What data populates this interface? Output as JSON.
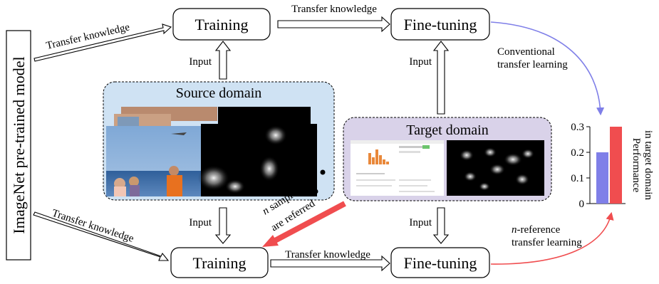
{
  "left_label": "ImageNet pre-trained model",
  "top": {
    "training": "Training",
    "finetuning": "Fine-tuning",
    "transfer_from_imagenet": "Transfer knowledge",
    "transfer_between": "Transfer knowledge",
    "input_left": "Input",
    "input_right": "Input"
  },
  "bottom": {
    "training": "Training",
    "finetuning": "Fine-tuning",
    "transfer_from_imagenet": "Transfer knowledge",
    "transfer_between": "Transfer knowledge",
    "input_left": "Input",
    "input_right": "Input"
  },
  "source_domain": {
    "title": "Source domain"
  },
  "target_domain": {
    "title": "Target domain"
  },
  "n_samples": {
    "var": "n",
    "line1": " samples",
    "line2": "are referred"
  },
  "conventional": {
    "line1": "Conventional",
    "line2": "transfer learning"
  },
  "nref": {
    "var": "n",
    "line1": "-reference",
    "line2": "transfer learning"
  },
  "colors": {
    "conventional": "#7f7fe8",
    "nref": "#f04d4f",
    "source_bg": "#cfe2f3",
    "target_bg": "#d9d2e9"
  },
  "icons": [
    "hollow-arrow",
    "curved-arrow",
    "diagonal-arrow"
  ],
  "chart_data": {
    "type": "bar",
    "ylabel": "Performance in target domain",
    "ylabel_lines": [
      "Performance",
      "in target domain"
    ],
    "yticks": [
      "0.3",
      "0.2",
      "0.1",
      "0"
    ],
    "ylim": [
      0,
      0.3
    ],
    "values": [
      0.2,
      0.3
    ],
    "colors": [
      "#7f7fe8",
      "#f04d4f"
    ]
  }
}
